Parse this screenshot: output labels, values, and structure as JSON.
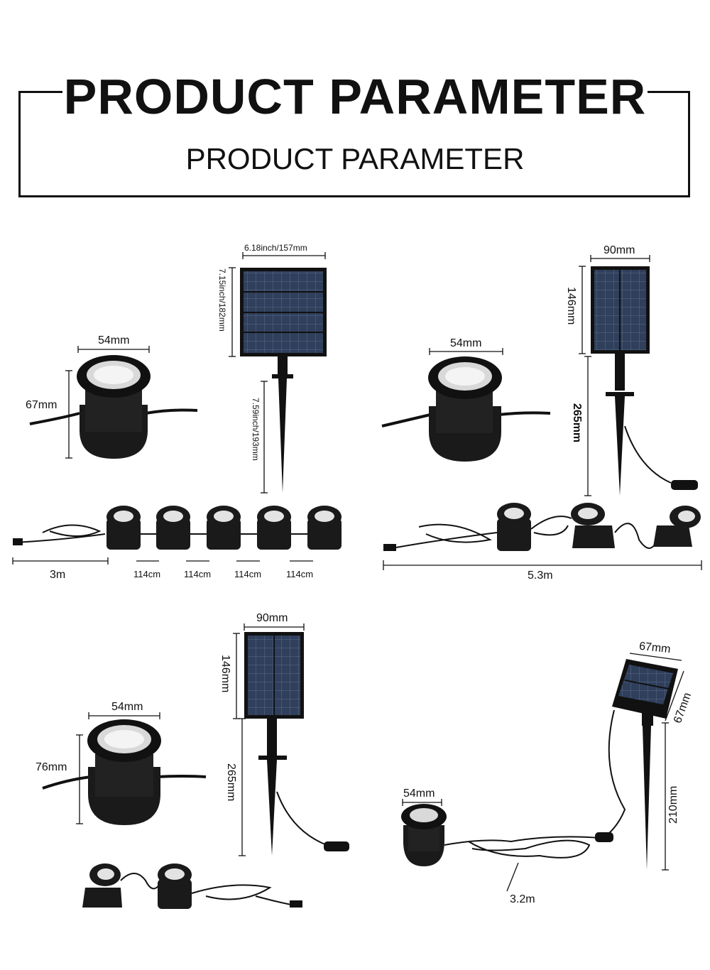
{
  "header": {
    "title": "PRODUCT PARAMETER",
    "subtitle": "PRODUCT PARAMETER"
  },
  "panel1": {
    "solar_width": "6.18inch/157mm",
    "solar_height": "7.15inch/182mm",
    "stake_height": "7.59inch/193mm",
    "light_width": "54mm",
    "light_height": "67mm",
    "cable_lead": "3m",
    "spacing": [
      "114cm",
      "114cm",
      "114cm",
      "114cm"
    ]
  },
  "panel2": {
    "solar_width": "90mm",
    "solar_height": "146mm",
    "stake_height": "265mm",
    "light_width": "54mm",
    "total_length": "5.3m"
  },
  "panel3": {
    "solar_width": "90mm",
    "solar_height": "146mm",
    "stake_height": "265mm",
    "light_width": "54mm",
    "light_height": "76mm"
  },
  "panel4": {
    "solar_width": "67mm",
    "solar_depth": "67mm",
    "stake_height": "210mm",
    "light_width": "54mm",
    "cable_length": "3.2m"
  }
}
